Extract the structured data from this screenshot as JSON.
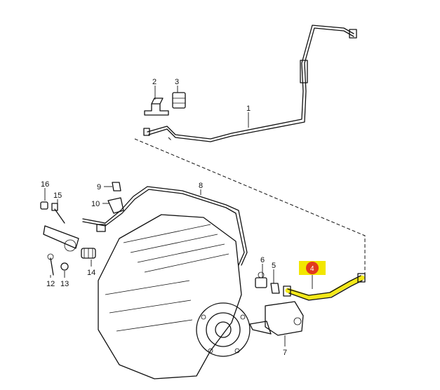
{
  "diagram": {
    "highlight_color": "#f2e600",
    "badge_color": "#e23a1e",
    "callouts": [
      "1",
      "2",
      "3",
      "4",
      "5",
      "6",
      "7",
      "8",
      "9",
      "10",
      "12",
      "13",
      "14",
      "15",
      "16"
    ],
    "highlighted_callout": "4"
  }
}
